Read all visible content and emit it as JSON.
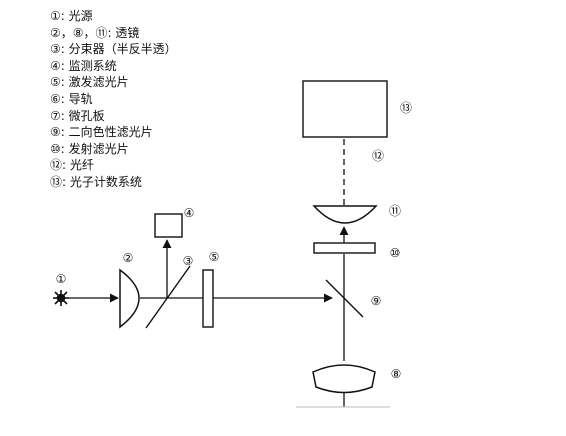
{
  "legend": [
    "①: 光源",
    "②，⑧，⑪: 透镜",
    "③: 分束器（半反半透）",
    "④: 监测系统",
    "⑤: 激发滤光片",
    "⑥: 导轨",
    "⑦: 微孔板",
    "⑨: 二向色性滤光片",
    "⑩: 发射滤光片",
    "⑫: 光纤",
    "⑬: 光子计数系统"
  ],
  "callouts": {
    "c1": "①",
    "c2": "②",
    "c3": "③",
    "c4": "④",
    "c5": "⑤",
    "c8": "⑧",
    "c9": "⑨",
    "c10": "⑩",
    "c11": "⑪",
    "c12": "⑫",
    "c13": "⑬"
  },
  "colors": {
    "ink": "#111111",
    "background": "#ffffff"
  }
}
